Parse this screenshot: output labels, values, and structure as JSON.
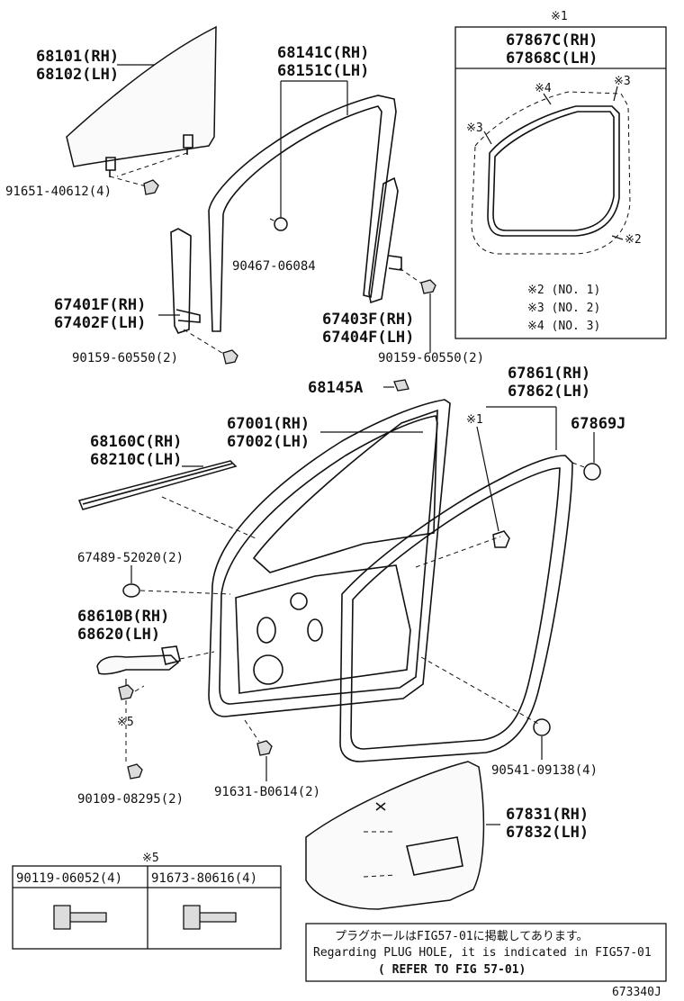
{
  "labels": {
    "p68101": "68101(RH)",
    "p68102": "68102(LH)",
    "p91651": "91651-40612(4)",
    "p68141c": "68141C(RH)",
    "p68151c": "68151C(LH)",
    "p90467": "90467-06084",
    "p67401f": "67401F(RH)",
    "p67402f": "67402F(LH)",
    "p90159a": "90159-60550(2)",
    "p67403f": "67403F(RH)",
    "p67404f": "67404F(LH)",
    "p90159b": "90159-60550(2)",
    "p68145a": "68145A",
    "p67001": "67001(RH)",
    "p67002": "67002(LH)",
    "p68160c": "68160C(RH)",
    "p68210c": "68210C(LH)",
    "p67489": "67489-52020(2)",
    "p68610b": "68610B(RH)",
    "p68620": "68620(LH)",
    "p90109": "90109-08295(2)",
    "p91631": "91631-B0614(2)",
    "p67861": "67861(RH)",
    "p67862": "67862(LH)",
    "p67869j": "67869J",
    "p90541": "90541-09138(4)",
    "p67831": "67831(RH)",
    "p67832": "67832(LH)",
    "mark5": "※5"
  },
  "inset": {
    "mark": "※1",
    "p67867c": "67867C(RH)",
    "p67868c": "67868C(LH)",
    "mark4": "※4",
    "mark3a": "※3",
    "mark3b": "※3",
    "mark2": "※2",
    "legend2": "※2 (NO. 1)",
    "legend3": "※3 (NO. 2)",
    "legend4": "※4 (NO. 3)"
  },
  "mark1_door": "※1",
  "fastener_table": {
    "mark": "※5",
    "col1": "90119-06052(4)",
    "col2": "91673-80616(4)"
  },
  "notes": {
    "jp": "プラグホールはFIG57-01に掲載してあります。",
    "en": "Regarding PLUG HOLE, it is indicated in FIG57-01",
    "refer": "( REFER TO FIG 57-01)"
  },
  "figure_id": "673340J"
}
